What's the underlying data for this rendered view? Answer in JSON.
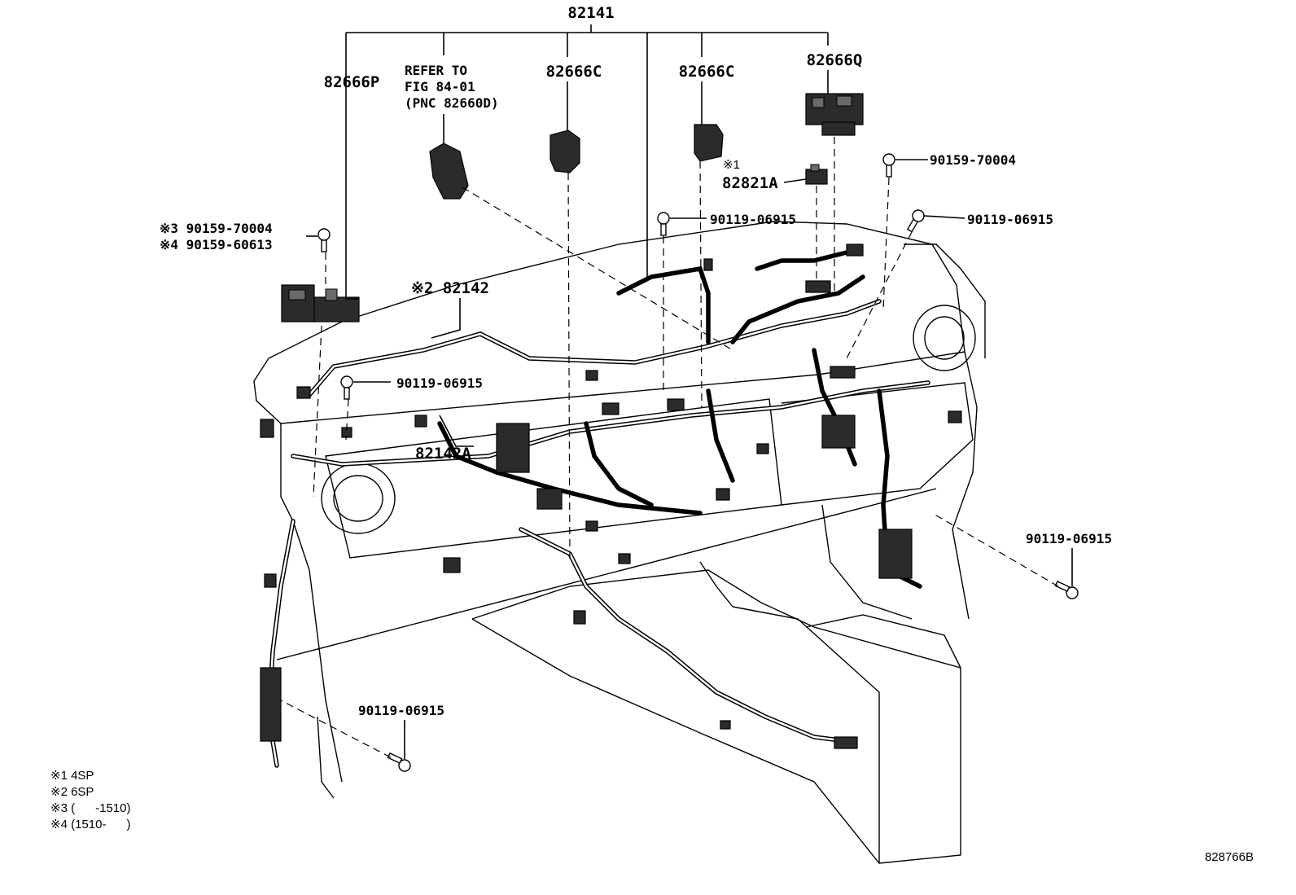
{
  "labels": {
    "main_harness": "82141",
    "block_left": "82666P",
    "refer_line1": "REFER TO",
    "refer_line2": "FIG 84-01",
    "refer_line3": "(PNC 82660D)",
    "block_c1": "82666C",
    "block_c2": "82666C",
    "block_q": "82666Q",
    "note1_mark": "※1",
    "connector_a": "82821A",
    "bolt_top_right": "90159-70004",
    "bolt_mid_center": "90119-06915",
    "bolt_mid_right": "90119-06915",
    "bolt_left_3": "※3 90159-70004",
    "bolt_left_4": "※4 90159-60613",
    "harness_2": "※2 82142",
    "bolt_dash_left": "90119-06915",
    "harness_a": "82142A",
    "bolt_lower_right": "90119-06915",
    "bolt_lower_left": "90119-06915"
  },
  "legend": [
    "※1 4SP",
    "※2 6SP",
    "※3 (      -1510)",
    "※4 (1510-      )"
  ],
  "figure_id": "828766B"
}
